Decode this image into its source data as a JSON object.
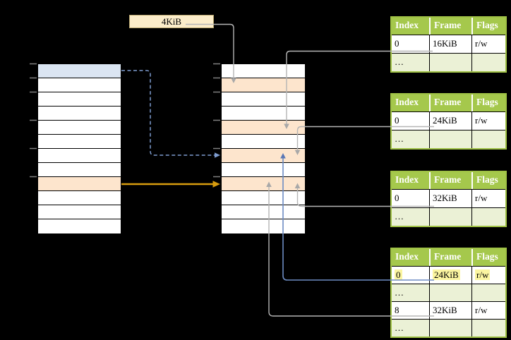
{
  "size_label": "4KiB",
  "left_column": {
    "rows": [
      "blue_fill",
      "white",
      "white",
      "white",
      "white",
      "white",
      "white",
      "white",
      "orange_fill",
      "white",
      "white",
      "white"
    ]
  },
  "middle_column": {
    "rows": [
      "white",
      "orange_fill",
      "white",
      "white",
      "orange_fill",
      "white",
      "orange_fill",
      "white",
      "orange_fill",
      "white",
      "white",
      "white"
    ]
  },
  "tables": [
    {
      "name": "frame-table-16kib",
      "headers": [
        "Index",
        "Frame",
        "Flags"
      ],
      "rows": [
        [
          "0",
          "16KiB",
          "r/w"
        ],
        [
          "…",
          "",
          ""
        ]
      ]
    },
    {
      "name": "frame-table-24kib",
      "headers": [
        "Index",
        "Frame",
        "Flags"
      ],
      "rows": [
        [
          "0",
          "24KiB",
          "r/w"
        ],
        [
          "…",
          "",
          ""
        ]
      ]
    },
    {
      "name": "frame-table-32kib",
      "headers": [
        "Index",
        "Frame",
        "Flags"
      ],
      "rows": [
        [
          "0",
          "32KiB",
          "r/w"
        ],
        [
          "…",
          "",
          ""
        ]
      ]
    },
    {
      "name": "page-table-highlighted",
      "headers": [
        "Index",
        "Frame",
        "Flags"
      ],
      "rows": [
        [
          "0",
          "24KiB",
          "r/w"
        ],
        [
          "…",
          "",
          ""
        ],
        [
          "8",
          "32KiB",
          "r/w"
        ],
        [
          "…",
          "",
          ""
        ]
      ],
      "highlighted_row_index": 0
    }
  ],
  "palette": {
    "blue_fill": "#dbe5f2",
    "orange_fill": "#fde5cd",
    "white": "#ffffff",
    "green_header": "#a5c84c",
    "green_border": "#a0c246",
    "green_light": "#ebf1d6",
    "cream_fill": "#fcedca",
    "cream_border": "#b5a26b",
    "yellow_highlight": "#fbf5a0",
    "gray_line": "#b5b5b5",
    "gray_arrow": "#a8a8a8",
    "blue_dash": "#7e9ccf",
    "blue_line": "#6d8cc3",
    "blue_arrow": "#5a77b5",
    "orange_arrow": "#d89c0e",
    "tick_gray": "#7f7f7f"
  }
}
